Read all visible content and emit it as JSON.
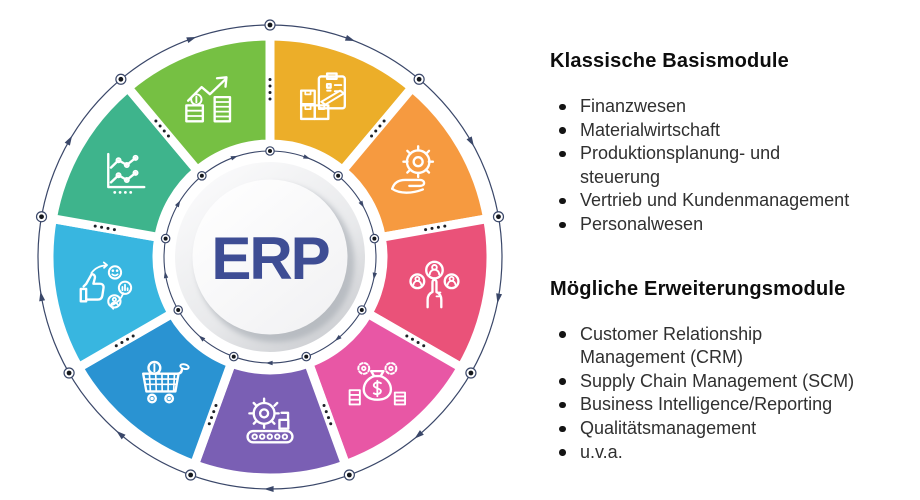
{
  "wheel": {
    "center_label": "ERP",
    "center_text_color": "#3e4d94",
    "line_color": "#3a4769",
    "segments": [
      {
        "name": "materialwirtschaft",
        "icon": "inventory-clipboard-icon",
        "color": "#ecae29"
      },
      {
        "name": "service",
        "icon": "service-hand-gear-icon",
        "color": "#f69a40"
      },
      {
        "name": "personal",
        "icon": "hr-selection-icon",
        "color": "#ea5279"
      },
      {
        "name": "finanzen",
        "icon": "finance-money-icon",
        "color": "#e857a5"
      },
      {
        "name": "produktion",
        "icon": "production-conveyor-icon",
        "color": "#7a5fb4"
      },
      {
        "name": "einkauf",
        "icon": "procurement-cart-icon",
        "color": "#2a93d2"
      },
      {
        "name": "crm",
        "icon": "crm-satisfaction-icon",
        "color": "#38b6e0"
      },
      {
        "name": "reporting",
        "icon": "analytics-chart-icon",
        "color": "#3eb48c"
      },
      {
        "name": "vertrieb",
        "icon": "revenue-growth-icon",
        "color": "#76c043"
      }
    ]
  },
  "panel": {
    "sections": [
      {
        "title": "Klassische Basismodule",
        "items": [
          "Finanzwesen",
          "Materialwirtschaft",
          "Produktionsplanung- und\nsteuerung",
          "Vertrieb und Kundenmanagement",
          "Personalwesen"
        ]
      },
      {
        "title": "Mögliche Erweiterungsmodule",
        "items": [
          "Customer Relationship\nManagement (CRM)",
          "Supply Chain Management (SCM)",
          "Business Intelligence/Reporting",
          "Qualitätsmanagement",
          "u.v.a."
        ]
      }
    ]
  }
}
